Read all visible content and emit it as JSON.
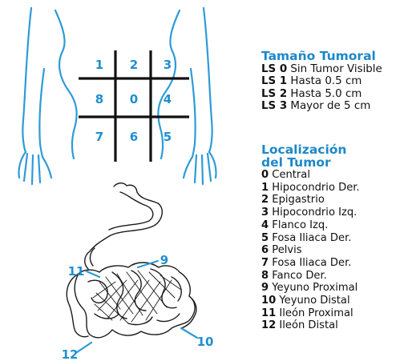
{
  "region_numbers": [
    "1",
    "2",
    "3",
    "8",
    "0",
    "4",
    "7",
    "6",
    "5"
  ],
  "intestine_numbers": {
    "n9": "9",
    "n10": "10",
    "n11": "11",
    "n12": "12"
  },
  "tumor_size": {
    "title": "Tamaño Tumoral",
    "items": [
      {
        "code": "LS 0",
        "text": "Sin Tumor Visible"
      },
      {
        "code": "LS 1",
        "text": "Hasta 0.5 cm"
      },
      {
        "code": "LS 2",
        "text": "Hasta 5.0 cm"
      },
      {
        "code": "LS 3",
        "text": "Mayor de 5 cm"
      }
    ]
  },
  "location": {
    "title_line1": "Localización",
    "title_line2": "del Tumor",
    "items": [
      {
        "code": "0",
        "text": "Central"
      },
      {
        "code": "1",
        "text": "Hipocondrio Der."
      },
      {
        "code": "2",
        "text": "Epigastrio"
      },
      {
        "code": "3",
        "text": "Hipocondrio Izq."
      },
      {
        "code": "4",
        "text": "Flanco Izq."
      },
      {
        "code": "5",
        "text": "Fosa Iliaca Der."
      },
      {
        "code": "6",
        "text": "Pelvis"
      },
      {
        "code": "7",
        "text": "Fosa Iliaca Der."
      },
      {
        "code": "8",
        "text": "Fanco Der."
      },
      {
        "code": "9",
        "text": "Yeyuno Proximal"
      },
      {
        "code": "10",
        "text": "Yeyuno Distal"
      },
      {
        "code": "11",
        "text": "Ileón Proximal"
      },
      {
        "code": "12",
        "text": "Ileón Distal"
      }
    ]
  },
  "colors": {
    "body_outline": "#2d9bd8",
    "accent_text": "#1e88c8",
    "grid": "#111111",
    "intestine": "#1a1a1a"
  }
}
